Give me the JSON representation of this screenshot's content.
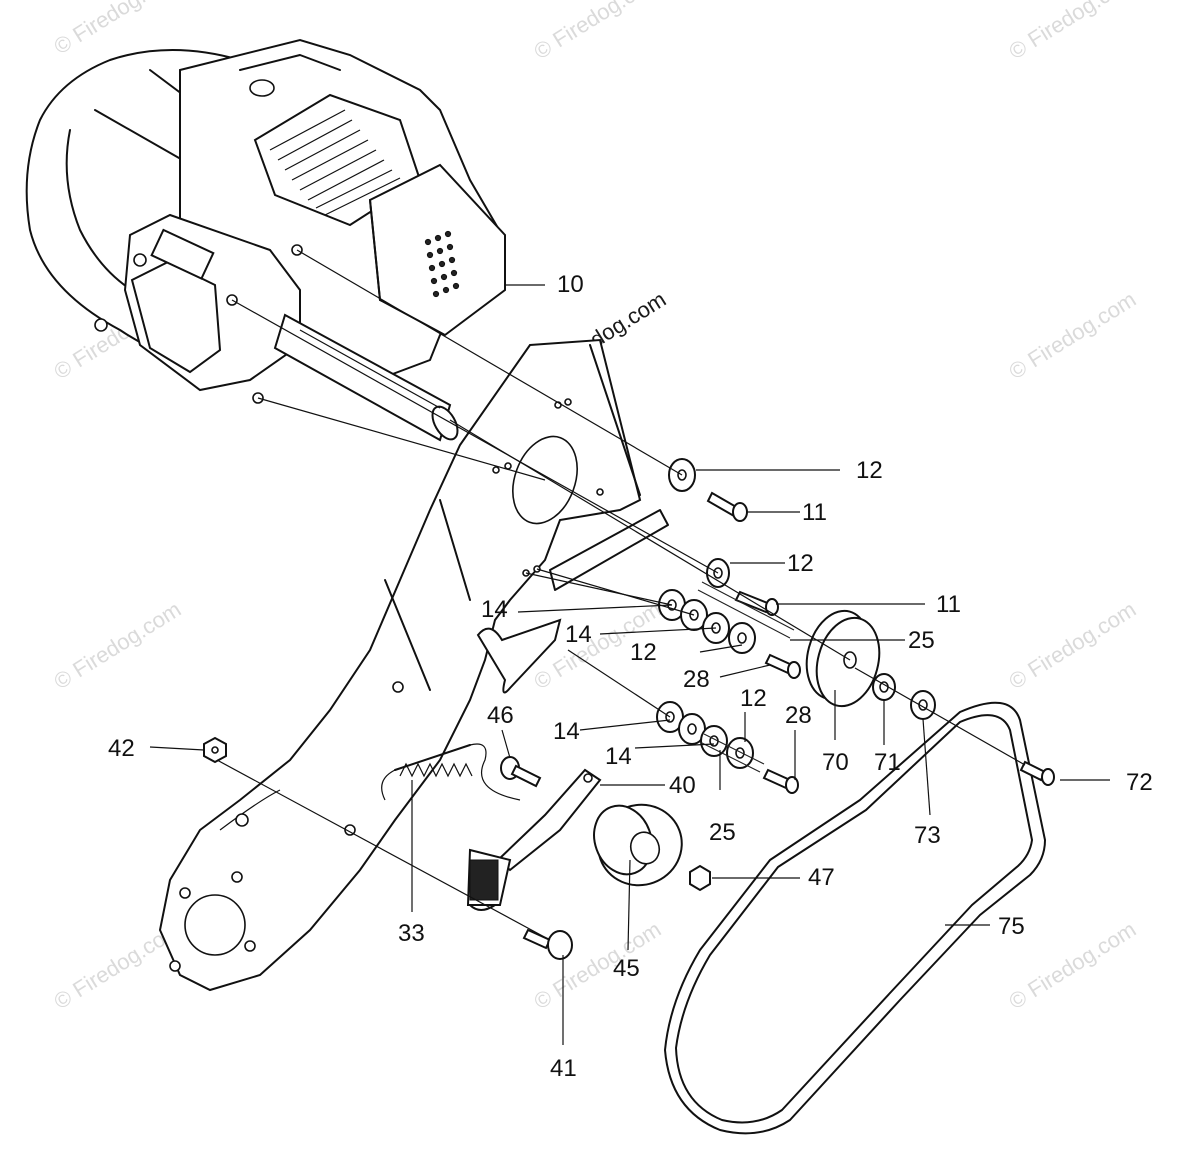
{
  "watermark": {
    "text": "© Firedog.com"
  },
  "callouts": [
    {
      "label": "10"
    },
    {
      "label": "12"
    },
    {
      "label": "11"
    },
    {
      "label": "12"
    },
    {
      "label": "11"
    },
    {
      "label": "14"
    },
    {
      "label": "14"
    },
    {
      "label": "25"
    },
    {
      "label": "12"
    },
    {
      "label": "28"
    },
    {
      "label": "46"
    },
    {
      "label": "12"
    },
    {
      "label": "28"
    },
    {
      "label": "14"
    },
    {
      "label": "14"
    },
    {
      "label": "42"
    },
    {
      "label": "40"
    },
    {
      "label": "70"
    },
    {
      "label": "71"
    },
    {
      "label": "72"
    },
    {
      "label": "25"
    },
    {
      "label": "73"
    },
    {
      "label": "47"
    },
    {
      "label": "33"
    },
    {
      "label": "75"
    },
    {
      "label": "45"
    },
    {
      "label": "41"
    }
  ]
}
